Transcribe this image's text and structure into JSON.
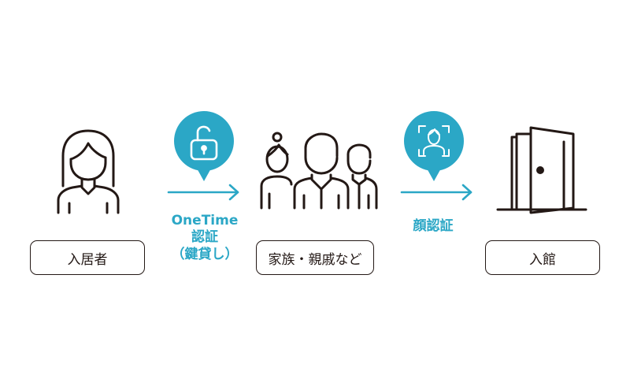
{
  "steps": [
    {
      "label": "入居者"
    },
    {
      "label": "家族・親戚など"
    },
    {
      "label": "入館"
    }
  ],
  "transitions": [
    {
      "lines": [
        "OneTime",
        "認証",
        "（鍵貸し）"
      ],
      "icon": "unlock-icon"
    },
    {
      "lines": [
        "顔認証"
      ],
      "icon": "face-scan-icon"
    }
  ],
  "colors": {
    "accent": "#2ba7c6",
    "ink": "#231815"
  }
}
